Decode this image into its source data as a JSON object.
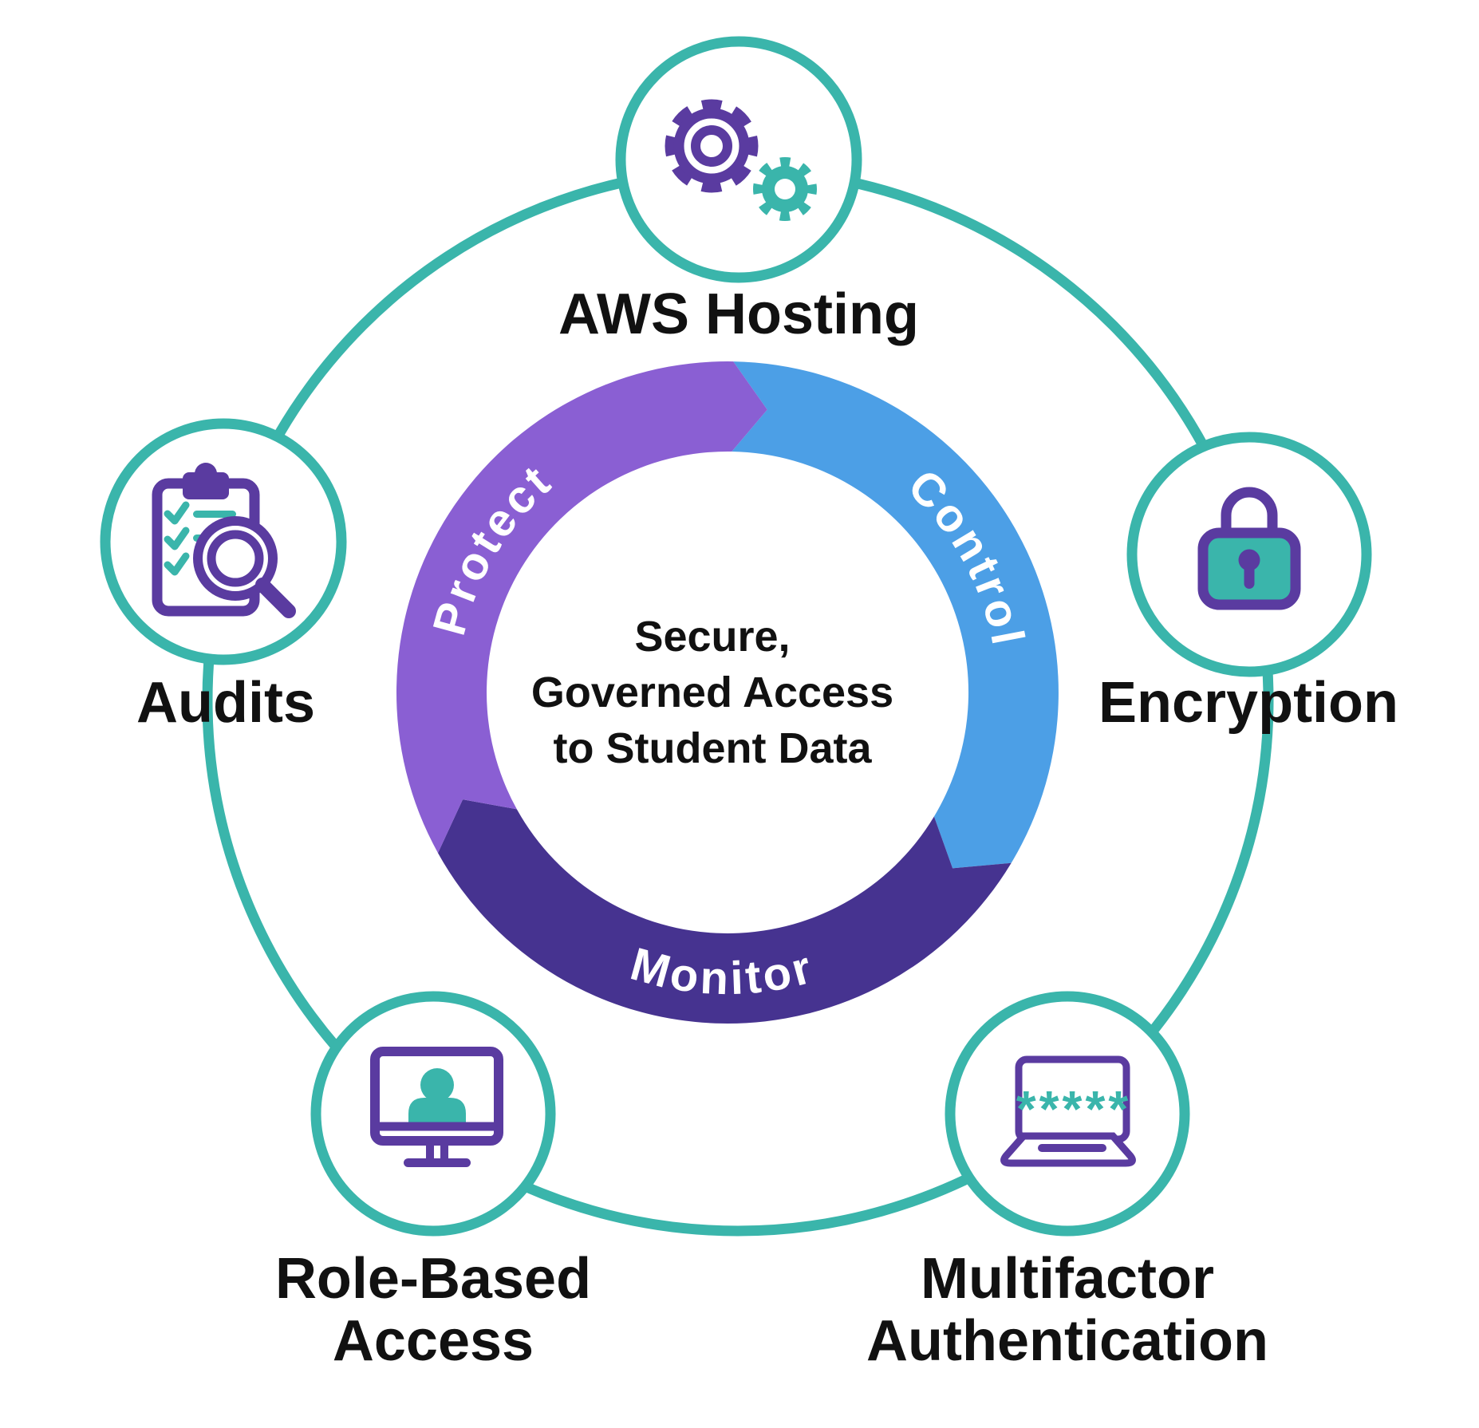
{
  "title": "Secure governed access to student data cycle diagram",
  "center": {
    "lines": [
      "Secure,",
      "Governed Access",
      "to Student Data"
    ]
  },
  "ring": {
    "segments": [
      {
        "label": "Protect",
        "color": "#8a5fd3"
      },
      {
        "label": "Control",
        "color": "#4c9fe6"
      },
      {
        "label": "Monitor",
        "color": "#463390"
      }
    ]
  },
  "nodes": [
    {
      "id": "aws-hosting",
      "icon": "gears-icon",
      "label_lines": [
        "AWS Hosting"
      ]
    },
    {
      "id": "encryption",
      "icon": "padlock-icon",
      "label_lines": [
        "Encryption"
      ]
    },
    {
      "id": "multifactor-authentication",
      "icon": "laptop-password-icon",
      "label_lines": [
        "Multifactor",
        "Authentication"
      ],
      "screen_text": "*****"
    },
    {
      "id": "role-based-access",
      "icon": "monitor-user-icon",
      "label_lines": [
        "Role-Based",
        "Access"
      ]
    },
    {
      "id": "audits",
      "icon": "clipboard-magnifier-icon",
      "label_lines": [
        "Audits"
      ]
    }
  ],
  "colors": {
    "teal": "#3ab5ab",
    "icon_purple": "#5a3ba0",
    "protect_purple": "#8a5fd3",
    "control_blue": "#4c9fe6",
    "monitor_dark_purple": "#463390",
    "label_black": "#111111",
    "background": "#ffffff"
  }
}
